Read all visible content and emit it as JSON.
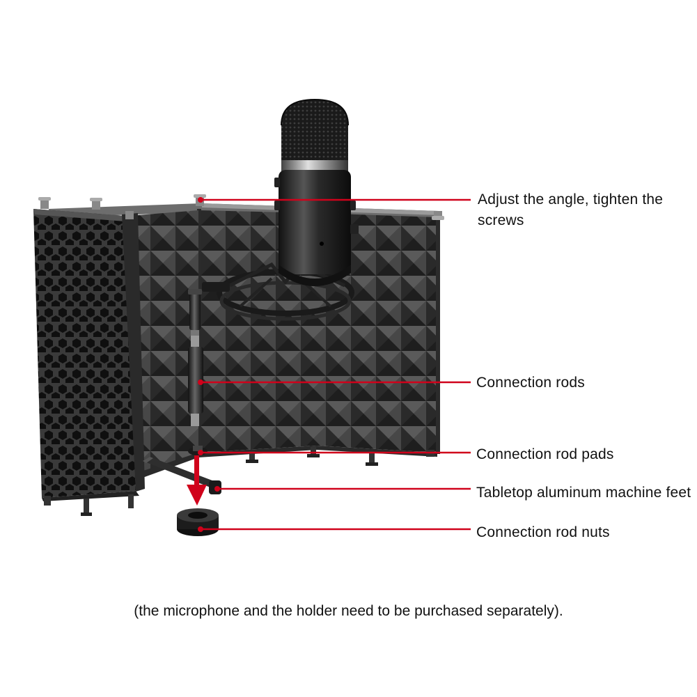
{
  "callouts": [
    {
      "label": "Adjust the angle, tighten the screws"
    },
    {
      "label": "Connection rods"
    },
    {
      "label": "Connection rod pads"
    },
    {
      "label": "Tabletop aluminum machine feet"
    },
    {
      "label": "Connection rod nuts"
    }
  ],
  "footnote": "(the microphone and the holder need to be purchased separately).",
  "colors": {
    "leader_line": "#d0021b",
    "foam": "#3a3a3a",
    "foam_dark": "#1e1e1e",
    "frame": "#2b2b2b",
    "microphone": "#1a1a1a"
  }
}
